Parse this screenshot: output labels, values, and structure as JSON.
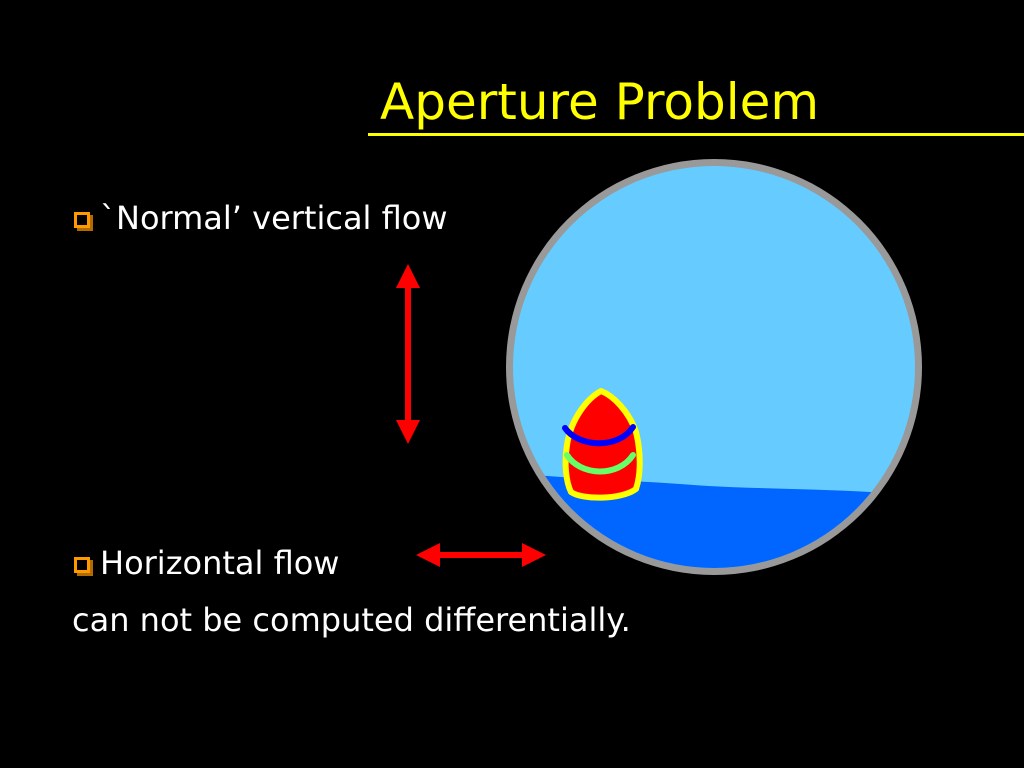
{
  "slide": {
    "title": "Aperture Problem",
    "bullets": [
      {
        "text": "`Normal’ vertical flow"
      },
      {
        "text": "Horizontal flow"
      }
    ],
    "continuation": "can not be computed differentially."
  },
  "colors": {
    "background": "#000000",
    "title": "#ffff00",
    "text": "#ffffff",
    "bullet": "#ff9900",
    "arrow": "#ff0000",
    "sky": "#66ccff",
    "water": "#0066ff",
    "rim": "#999999",
    "buoy_fill": "#ff0000",
    "buoy_outline": "#ffff00",
    "band_top": "#0000ff",
    "band_bottom": "#66ff66"
  },
  "icons": {
    "bullet": "checkbox-bullet-icon",
    "vertical_arrow": "double-headed-vertical-arrow",
    "horizontal_arrow": "double-headed-horizontal-arrow"
  }
}
